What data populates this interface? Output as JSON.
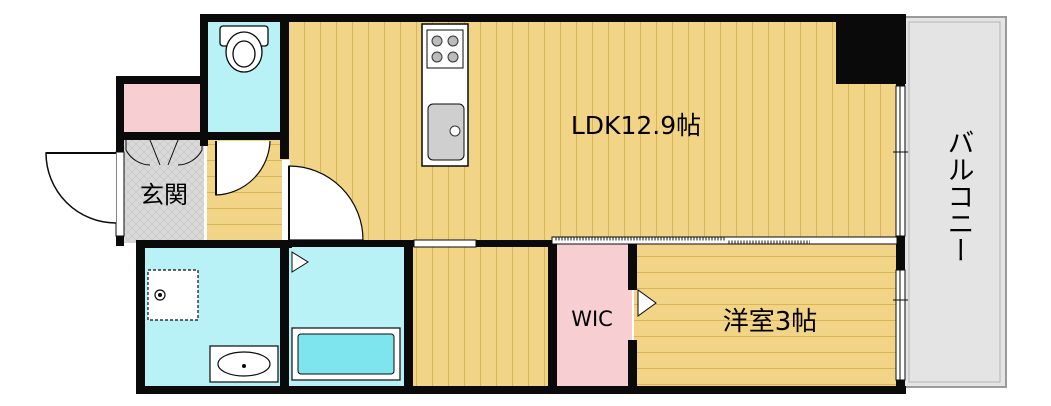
{
  "rooms": {
    "ldk": "LDK12.9帖",
    "genkan": "玄関",
    "wic": "WIC",
    "youshitsu": "洋室3帖",
    "balcony": "バルコニー"
  },
  "colors": {
    "wall": "#0a0a0a",
    "floor_wood": "#f2d487",
    "floor_line": "#dcb659",
    "wet_area": "#b8f2f7",
    "closet": "#f7cfd2",
    "balcony": "#e4e4e4",
    "genkan_floor": "#d6d6d6"
  }
}
